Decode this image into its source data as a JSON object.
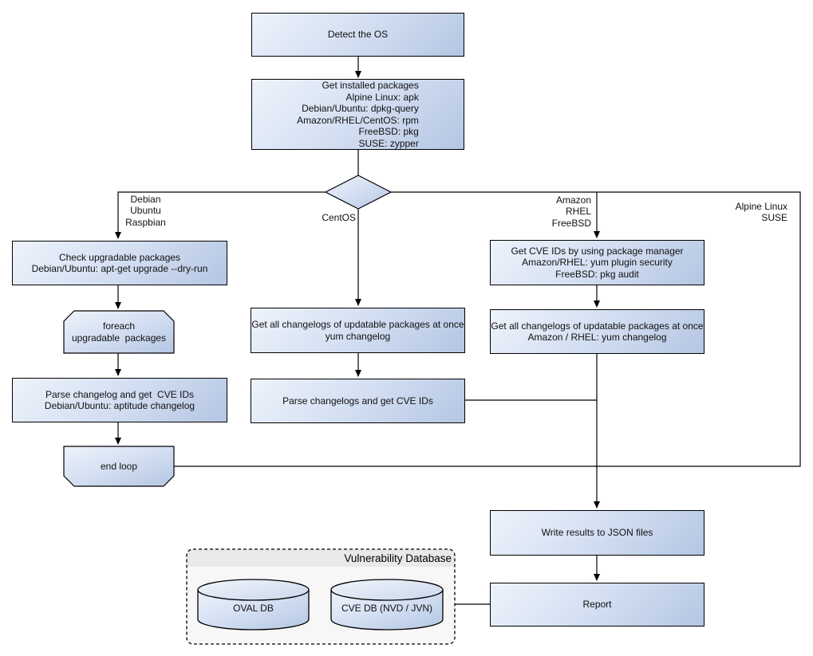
{
  "nodes": {
    "detect_os": {
      "label": "Detect the OS"
    },
    "get_installed_packages": {
      "label": "Get installed packages\nAlpine Linux: apk\nDebian/Ubuntu: dpkg-query\nAmazon/RHEL/CentOS: rpm\nFreeBSD: pkg\nSUSE: zypper"
    },
    "check_upgradable": {
      "label": "Check upgradable packages\nDebian/Ubuntu: apt-get upgrade --dry-run"
    },
    "foreach_loop": {
      "label": "foreach\nupgradable  packages"
    },
    "parse_changelog_deb": {
      "label": "Parse changelog and get  CVE IDs\nDebian/Ubuntu: aptitude changelog"
    },
    "end_loop": {
      "label": "end loop"
    },
    "get_changelogs_centos": {
      "label": "Get all changelogs of updatable packages at once\nyum changelog"
    },
    "parse_changelogs_centos": {
      "label": "Parse changelogs and get CVE IDs"
    },
    "get_cve_ids_pkg_manager": {
      "label": "Get CVE IDs by using package manager\nAmazon/RHEL: yum plugin security\nFreeBSD: pkg audit"
    },
    "get_changelogs_amazon": {
      "label": "Get all changelogs of updatable packages at once\nAmazon / RHEL: yum changelog"
    },
    "write_results": {
      "label": "Write results to JSON files"
    },
    "report": {
      "label": "Report"
    }
  },
  "branch_labels": {
    "debian": "Debian\nUbuntu\nRaspbian",
    "centos": "CentOS",
    "amazon": "Amazon\nRHEL\nFreeBSD",
    "alpine": "Alpine Linux\nSUSE"
  },
  "database_group": {
    "title": "Vulnerability Database",
    "oval_db": "OVAL DB",
    "cve_db": "CVE DB (NVD / JVN)"
  },
  "colors": {
    "node_fill_light": "#eef3fb",
    "node_fill_dark": "#b5c6e3",
    "stroke": "#000000",
    "group_body": "#f7f7f7",
    "group_header": "#e9e9e9"
  }
}
